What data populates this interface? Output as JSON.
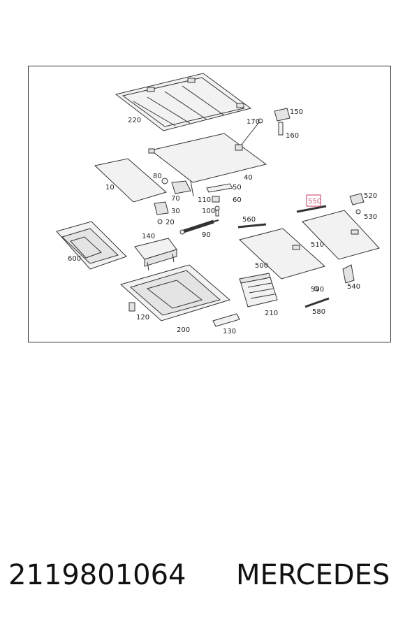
{
  "diagram": {
    "labels": [
      "220",
      "150",
      "170",
      "160",
      "40",
      "80",
      "10",
      "70",
      "50",
      "110",
      "60",
      "100",
      "30",
      "20",
      "90",
      "140",
      "600",
      "520",
      "550",
      "530",
      "560",
      "510",
      "500",
      "540",
      "590",
      "580",
      "210",
      "120",
      "200",
      "130"
    ],
    "highlight": "550",
    "highlight_color": "#d05a7a"
  },
  "caption": {
    "part_number": "2119801064",
    "brand": "MERCEDES"
  }
}
